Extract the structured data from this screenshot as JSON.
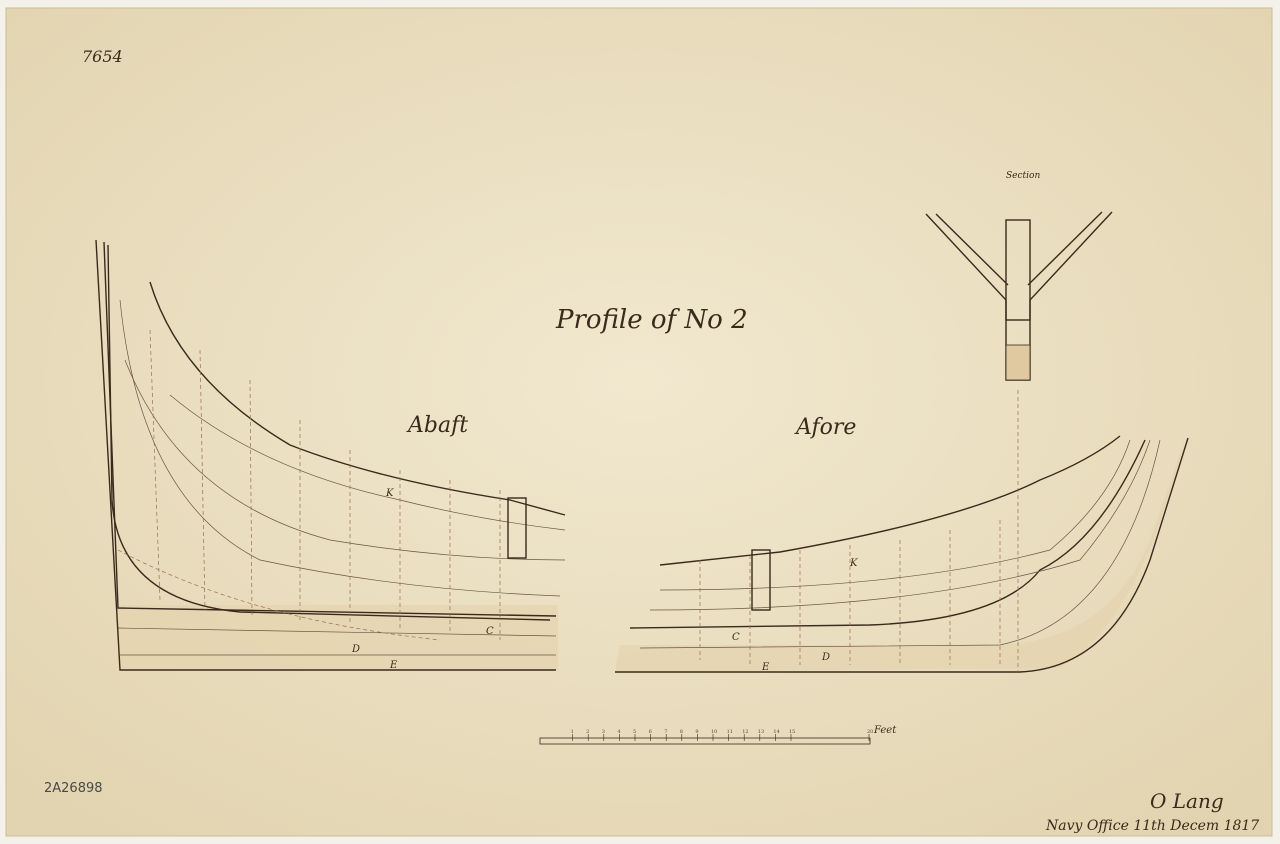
{
  "catalogue_number": "7654",
  "reference_number": "2A26898",
  "title": "Profile of No 2",
  "section_label": "Section",
  "abaft_label": "Abaft",
  "afore_label": "Afore",
  "part_labels": {
    "abaft": [
      "K",
      "C",
      "D",
      "E"
    ],
    "afore": [
      "K",
      "C",
      "D",
      "E"
    ]
  },
  "scale": {
    "unit_label": "Feet",
    "ticks": [
      "1",
      "2",
      "3",
      "4",
      "5",
      "6",
      "7",
      "8",
      "9",
      "10",
      "11",
      "12",
      "13",
      "14",
      "15",
      "20"
    ]
  },
  "signature": {
    "name": "O Lang",
    "place_date": "Navy Office 11th Decem 1817"
  },
  "colors": {
    "paper": "#ebe0c2",
    "ink": "#3a2a1c",
    "wash": "#e2cfa8"
  }
}
